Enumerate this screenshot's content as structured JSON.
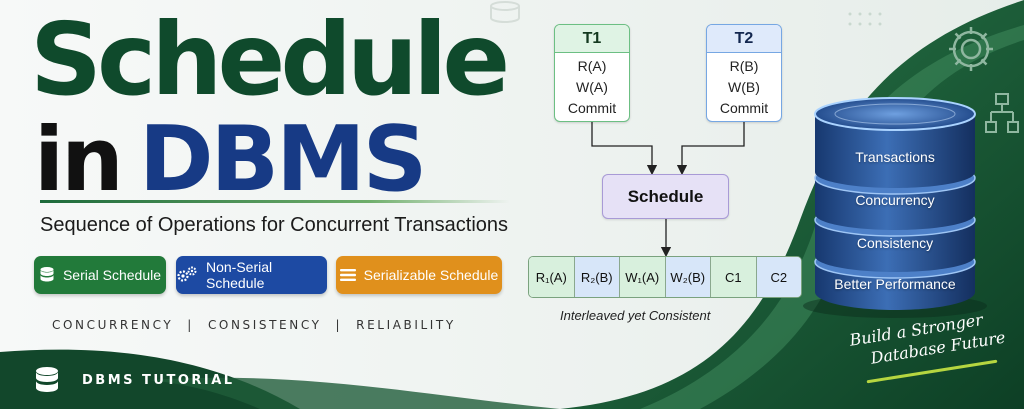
{
  "title": {
    "line1": "Schedule",
    "line2_word1": "in",
    "line2_word2": "DBMS"
  },
  "subtitle": "Sequence of Operations for Concurrent Transactions",
  "badges": [
    {
      "label": "Serial Schedule",
      "icon": "database-icon",
      "color": "#227a3a"
    },
    {
      "label": "Non-Serial Schedule",
      "icon": "gears-icon",
      "color": "#1d4aa3"
    },
    {
      "label": "Serializable Schedule",
      "icon": "list-icon",
      "color": "#e0901c"
    }
  ],
  "keywords": [
    "CONCURRENCY",
    "|",
    "CONSISTENCY",
    "|",
    "RELIABILITY"
  ],
  "footer": {
    "label": "DBMS TUTORIAL",
    "icon": "database-icon"
  },
  "transactions": [
    {
      "name": "T1",
      "ops": [
        "R(A)",
        "W(A)",
        "Commit"
      ]
    },
    {
      "name": "T2",
      "ops": [
        "R(B)",
        "W(B)",
        "Commit"
      ]
    }
  ],
  "schedule_label": "Schedule",
  "operations": [
    "R₁(A)",
    "R₂(B)",
    "W₁(A)",
    "W₂(B)",
    "C1",
    "C2"
  ],
  "caption": "Interleaved yet Consistent",
  "database_layers": [
    "Transactions",
    "Concurrency",
    "Consistency",
    "Better Performance"
  ],
  "tagline": [
    "Build a Stronger",
    "Database Future"
  ],
  "icons": [
    "gear-icon",
    "hierarchy-icon"
  ],
  "colors": {
    "dark_green": "#0f4a2c",
    "navy": "#173a85",
    "green_badge": "#227a3a",
    "blue_badge": "#1d4aa3",
    "orange_badge": "#e0901c",
    "accent_lime": "#b6d640"
  }
}
